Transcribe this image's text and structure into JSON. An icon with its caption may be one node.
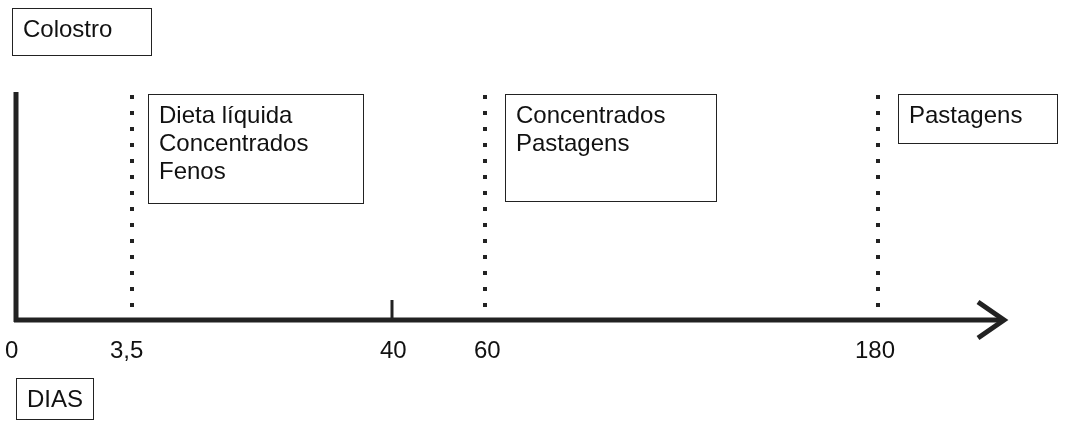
{
  "diagram": {
    "nodes": [
      {
        "text": [
          "Colostro"
        ]
      },
      {
        "text": [
          "Dieta líquida",
          "Concentrados",
          "Fenos"
        ]
      },
      {
        "text": [
          "Concentrados",
          "Pastagens"
        ]
      },
      {
        "text": [
          "Pastagens"
        ]
      },
      {
        "text": [
          "DIAS"
        ]
      }
    ],
    "labels": [
      "0",
      "3,5",
      "40",
      "60",
      "180"
    ]
  }
}
